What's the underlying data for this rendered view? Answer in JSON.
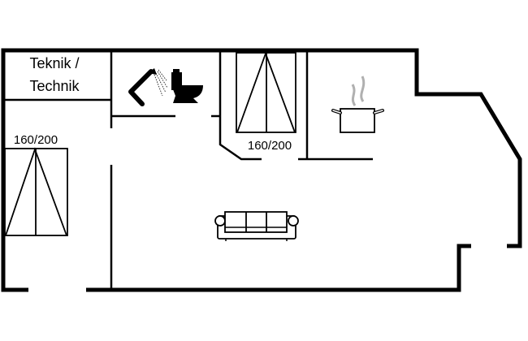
{
  "plan": {
    "rooms": {
      "technical_room_label_line1": "Teknik /",
      "technical_room_label_line2": "Technik"
    },
    "beds": [
      {
        "size_label": "160/200"
      },
      {
        "size_label": "160/200"
      }
    ],
    "icons": [
      "shower-icon",
      "toilet-icon",
      "cooking-pot-icon",
      "sofa-icon"
    ],
    "colors": {
      "wall": "#000000",
      "steam": "#b0b0b0",
      "background": "#ffffff"
    }
  }
}
